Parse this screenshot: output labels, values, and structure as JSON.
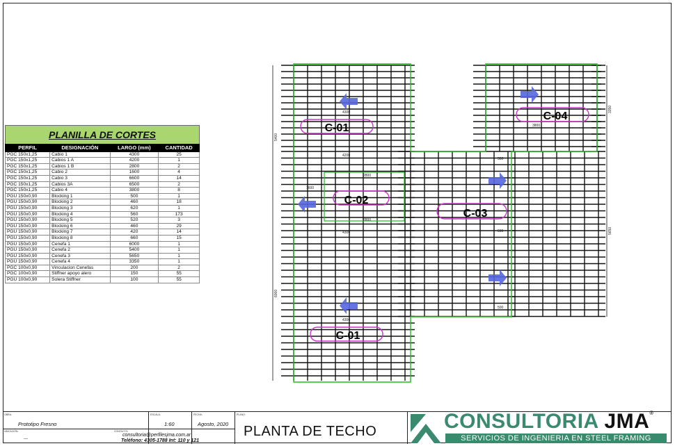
{
  "planilla": {
    "title": "PLANILLA DE CORTES",
    "headers": [
      "PERFIL",
      "DESIGNACIÓN",
      "LARGO (mm)",
      "CANTIDAD"
    ],
    "rows": [
      [
        "PGC 150x1,25",
        "Cabio 1",
        "4300",
        "25"
      ],
      [
        "PGC 150x1,25",
        "Cabios 1 A",
        "4200",
        "1"
      ],
      [
        "PGC 150x1,25",
        "Cabios 1 B",
        "2800",
        "2"
      ],
      [
        "PGC 150x1,25",
        "Cabio 2",
        "1600",
        "4"
      ],
      [
        "PGC 150x1,25",
        "Cabio 3",
        "6600",
        "14"
      ],
      [
        "PGC 150x1,25",
        "Cabios 3A",
        "6500",
        "2"
      ],
      [
        "PGC 150x1,25",
        "Cabio 4",
        "3800",
        "8"
      ],
      [
        "PGU 150x0,90",
        "Blocking 1",
        "500",
        "1"
      ],
      [
        "PGU 150x0,90",
        "Blocking 2",
        "460",
        "18"
      ],
      [
        "PGU 150x0,90",
        "Blocking 3",
        "620",
        "1"
      ],
      [
        "PGU 150x0,90",
        "Blocking 4",
        "560",
        "173"
      ],
      [
        "PGU 150x0,90",
        "Blocking 5",
        "520",
        "3"
      ],
      [
        "PGU 150x0,90",
        "Blocking 6",
        "460",
        "29"
      ],
      [
        "PGU 150x0,90",
        "Blocking 7",
        "420",
        "14"
      ],
      [
        "PGU 150x0,90",
        "Blocking 8",
        "660",
        "15"
      ],
      [
        "PGU 150x0,90",
        "Cenefa 1",
        "6000",
        "1"
      ],
      [
        "PGU 150x0,90",
        "Cenefa 2",
        "5400",
        "1"
      ],
      [
        "PGU 150x0,90",
        "Cenefa 3",
        "5650",
        "1"
      ],
      [
        "PGU 150x0,90",
        "Cenefa 4",
        "3350",
        "1"
      ],
      [
        "PGC 100x0,90",
        "Vinculacion Cenefas",
        "200",
        "2"
      ],
      [
        "PGC 100x0,90",
        "Stiffner apoyo alero",
        "150",
        "55"
      ],
      [
        "PGU 100x0,90",
        "Solera Stiffner",
        "100",
        "55"
      ]
    ]
  },
  "plan": {
    "zones": {
      "c01_top": "C-01",
      "c02": "C-02",
      "c03": "C-03",
      "c04": "C-04",
      "c01_bottom": "C-01"
    },
    "dims": {
      "d4300_top": "4300",
      "d4200": "4200",
      "d2800_a": "2800",
      "d1600": "1600",
      "d2800_b": "2800",
      "d4300_mid": "4300",
      "d4300_bot": "4300",
      "d5400": "5400",
      "d6000": "6000",
      "d3350": "3350",
      "d5650": "5650",
      "d3800": "3800",
      "d500_a": "500",
      "d500_b": "500",
      "d500_c": "500"
    },
    "colors": {
      "framing": "#111111",
      "outline": "#22bb22",
      "zone_label": "#cc33cc",
      "arrow": "#5566dd"
    }
  },
  "title_block": {
    "obra_label": "OBRA:",
    "obra": "Prototipo Fresno",
    "ubicacion_label": "UBICACIÓN:",
    "ubicacion": "---",
    "escala_label": "ESCALA:",
    "escala": "1:60",
    "fecha_label": "FECHA:",
    "fecha": "Agosto, 2020",
    "contacto_label": "CONTACTO:",
    "email": "consultoria@perfilesjma.com.ar",
    "telefono": "Teléfono: 4305-1788  Int: 110 y 121",
    "plano_label": "PLANO:",
    "plano": "PLANTA DE TECHO"
  },
  "logo": {
    "main": "CONSULTORIA",
    "brand": "JMA",
    "reg": "®",
    "subtitle": "SERVICIOS DE INGENIERIA EN STEEL FRAMING",
    "colors": {
      "green": "#3a8a6e",
      "dark": "#111111"
    }
  }
}
